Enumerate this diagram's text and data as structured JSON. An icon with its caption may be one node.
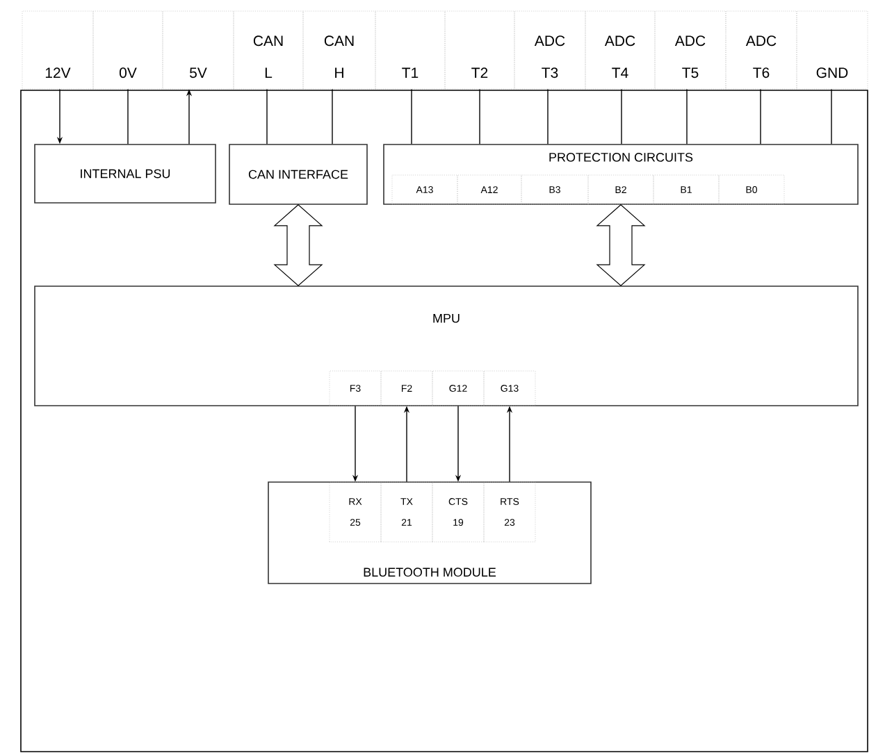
{
  "diagram": {
    "nodes": [
      {
        "text": [],
        "shape": "box"
      },
      {
        "text": [
          "12V"
        ]
      },
      {
        "text": [
          "0V"
        ]
      },
      {
        "text": [
          "5V"
        ]
      },
      {
        "text": [
          "CAN L"
        ]
      },
      {
        "text": [
          "CAN H"
        ]
      },
      {
        "text": [
          "T1"
        ]
      },
      {
        "text": [
          "T2"
        ]
      },
      {
        "text": [
          "ADC T3"
        ]
      },
      {
        "text": [
          "ADC T4"
        ]
      },
      {
        "text": [
          "ADC T5"
        ]
      },
      {
        "text": [
          "ADC T6"
        ]
      },
      {
        "text": [
          "GND"
        ]
      },
      {
        "text": [
          "INTERNAL PSU"
        ],
        "in": 0
      },
      {
        "text": [
          "CAN INTERFACE"
        ],
        "in": 0
      },
      {
        "text": [
          "PROTECTION CIRCUITS"
        ],
        "in": 0
      },
      {
        "text": [
          "A13"
        ],
        "in": 15
      },
      {
        "text": [
          "A12"
        ],
        "in": 15
      },
      {
        "text": [
          "B3"
        ],
        "in": 15
      },
      {
        "text": [
          "B2"
        ],
        "in": 15
      },
      {
        "text": [
          "B1"
        ],
        "in": 15
      },
      {
        "text": [
          "B0"
        ],
        "in": 15
      },
      {
        "text": [
          "MPU"
        ],
        "in": 0
      },
      {
        "text": [
          "F3"
        ],
        "in": 22
      },
      {
        "text": [
          "F2"
        ],
        "in": 22
      },
      {
        "text": [
          "G12"
        ],
        "in": 22
      },
      {
        "text": [
          "G13"
        ],
        "in": 22
      },
      {
        "text": [
          "BLUETOOTH MODULE"
        ],
        "in": 0
      },
      {
        "text": [
          "RX 25"
        ],
        "in": 27
      },
      {
        "text": [
          "TX 21"
        ],
        "in": 27
      },
      {
        "text": [
          "CTS 19"
        ],
        "in": 27
      },
      {
        "text": [
          "RTS 23"
        ],
        "in": 27
      }
    ],
    "edges": [
      {
        "from": 1,
        "to": 13,
        "arrow": "to"
      },
      {
        "from": 2,
        "to": 13,
        "arrow": "none"
      },
      {
        "from": 13,
        "to": 3,
        "arrow": "to"
      },
      {
        "from": 4,
        "to": 14,
        "arrow": "none"
      },
      {
        "from": 5,
        "to": 14,
        "arrow": "none"
      },
      {
        "from": 6,
        "to": 15,
        "arrow": "none"
      },
      {
        "from": 7,
        "to": 15,
        "arrow": "none"
      },
      {
        "from": 8,
        "to": 15,
        "arrow": "none"
      },
      {
        "from": 9,
        "to": 15,
        "arrow": "none"
      },
      {
        "from": 10,
        "to": 15,
        "arrow": "none"
      },
      {
        "from": 11,
        "to": 15,
        "arrow": "none"
      },
      {
        "from": 12,
        "to": 15,
        "arrow": "none"
      },
      {
        "from": 14,
        "to": 22,
        "arrow": "both"
      },
      {
        "from": 15,
        "to": 22,
        "arrow": "both"
      },
      {
        "from": 23,
        "to": 28,
        "arrow": "to"
      },
      {
        "from": 29,
        "to": 24,
        "arrow": "to"
      },
      {
        "from": 25,
        "to": 30,
        "arrow": "to"
      },
      {
        "from": 31,
        "to": 26,
        "arrow": "to"
      }
    ]
  }
}
